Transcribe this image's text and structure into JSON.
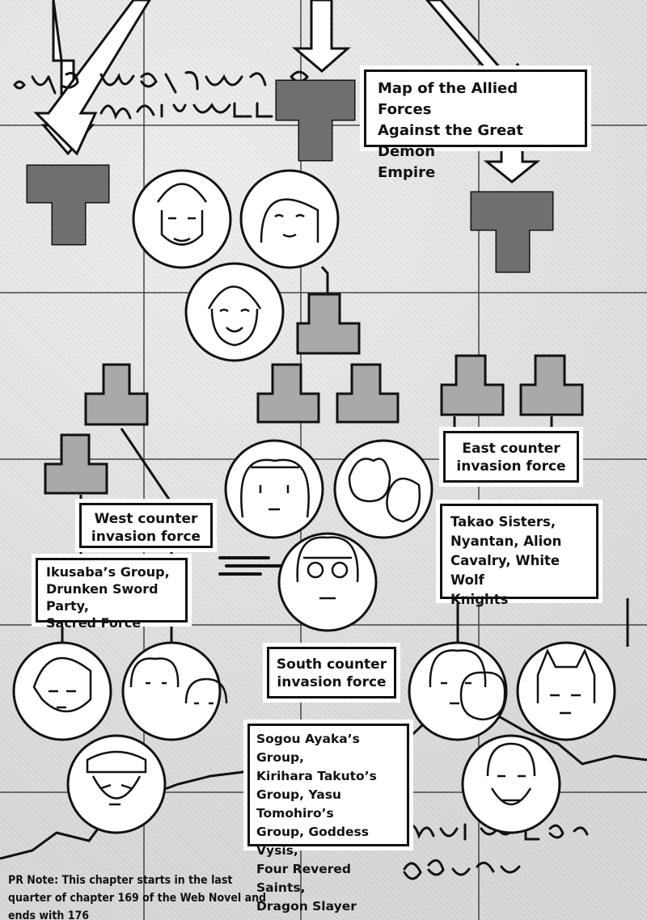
{
  "title": "Map of the Allied Forces\nAgainst the Great Demon\nEmpire",
  "forces": {
    "west": {
      "label": "West counter\ninvasion force",
      "members": "Ikusaba’s Group,\nDrunken Sword Party,\nSacred Force"
    },
    "south": {
      "label": "South counter\ninvasion force",
      "members": "Sogou Ayaka’s Group,\nKirihara Takuto’s\nGroup, Yasu Tomohiro’s\nGroup, Goddess Vysis,\nFour Revered Saints,\nDragon Slayer"
    },
    "east": {
      "label": "East counter\ninvasion force",
      "members": "Takao Sisters,\nNyantan, Alion\nCavalry, White Wolf\nKnights"
    }
  },
  "pr_note": "PR Note: This chapter starts in the last quarter of chapter 169 of the Web Novel and ends with 176",
  "colors": {
    "dark_piece": "#6f6f6f",
    "light_piece": "#a9a9a9",
    "ink": "#111111",
    "paper": "#ffffff"
  },
  "icons": [
    "down-arrow-icon",
    "t-piece-marker-icon",
    "character-portrait-icon"
  ]
}
